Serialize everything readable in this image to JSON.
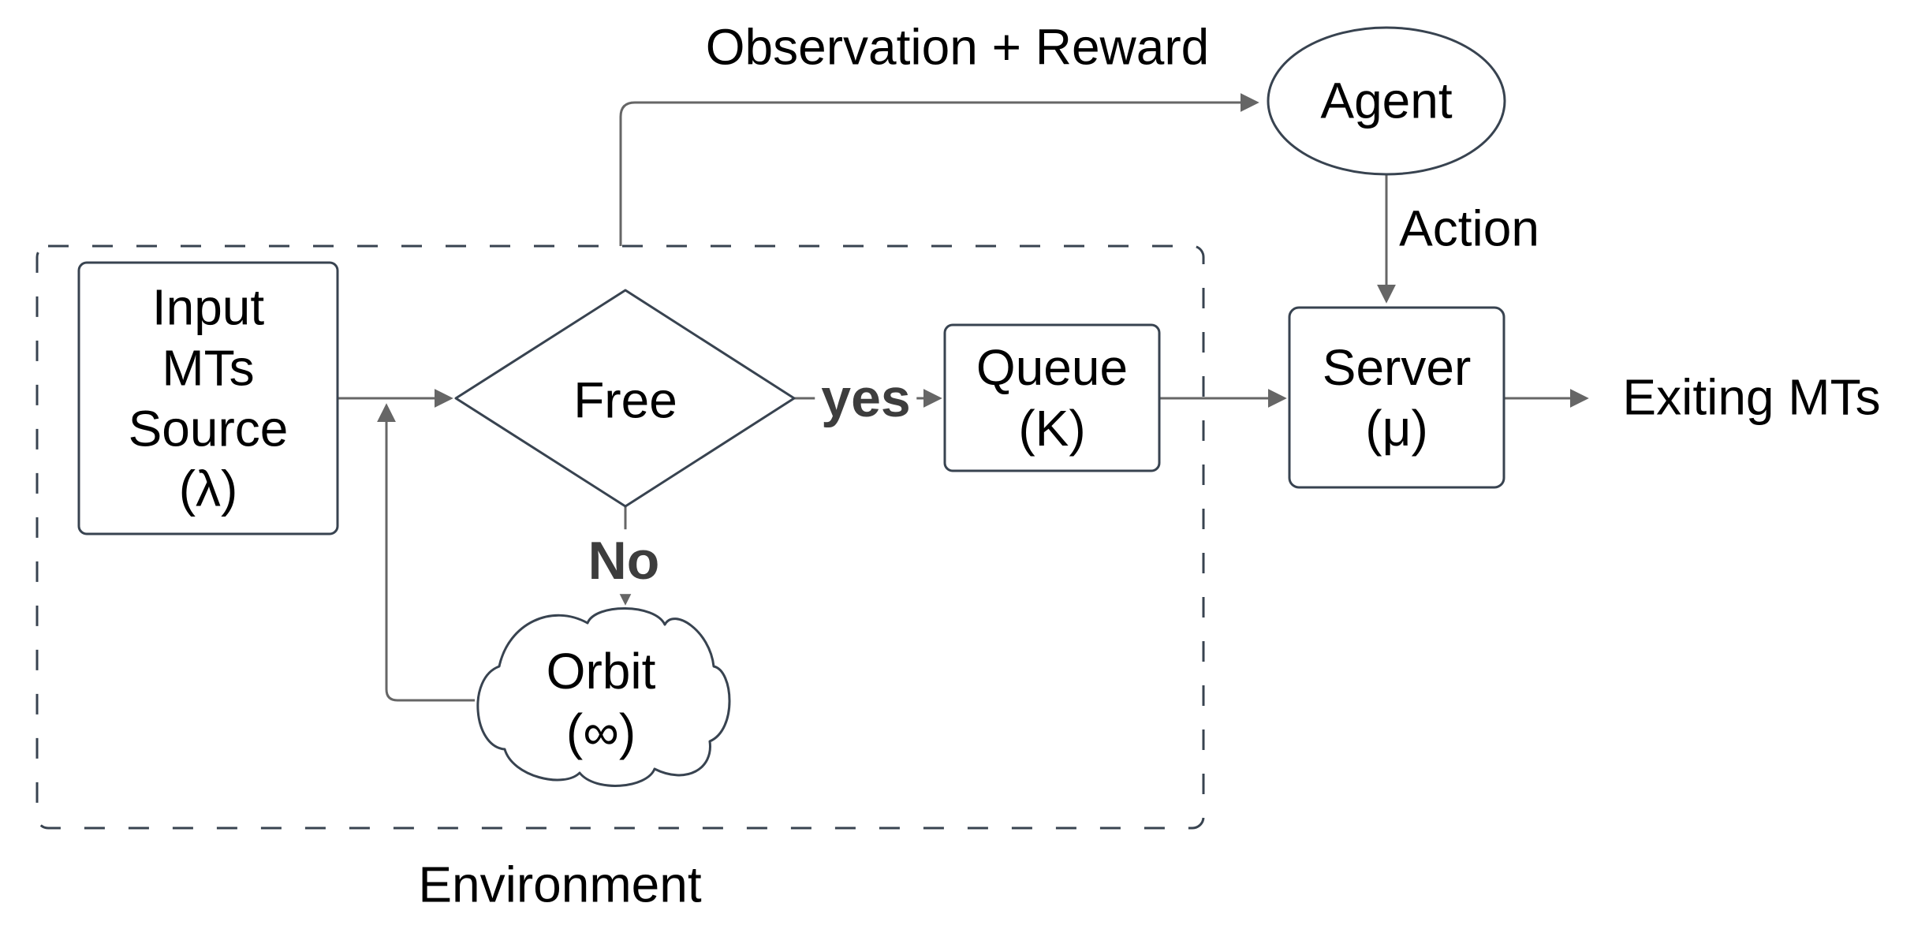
{
  "diagram": {
    "background": "#ffffff",
    "colors": {
      "node_stroke": "#384350",
      "arrow": "#666666",
      "text": "#000000",
      "edge_decision_text": "#3d3d3d"
    },
    "container": {
      "label": "Environment"
    },
    "nodes": {
      "input_source": {
        "lines": [
          "Input",
          "MTs",
          "Source",
          "(λ)"
        ]
      },
      "free": {
        "label": "Free"
      },
      "queue": {
        "lines": [
          "Queue",
          "(K)"
        ]
      },
      "server": {
        "lines": [
          "Server",
          "(μ)"
        ]
      },
      "agent": {
        "label": "Agent"
      },
      "orbit": {
        "lines": [
          "Orbit",
          "(∞)"
        ]
      }
    },
    "edges": {
      "observation_reward": {
        "label": "Observation + Reward"
      },
      "action": {
        "label": "Action"
      },
      "yes": {
        "label": "yes"
      },
      "no": {
        "label": "No"
      },
      "exiting": {
        "label": "Exiting MTs"
      }
    }
  }
}
